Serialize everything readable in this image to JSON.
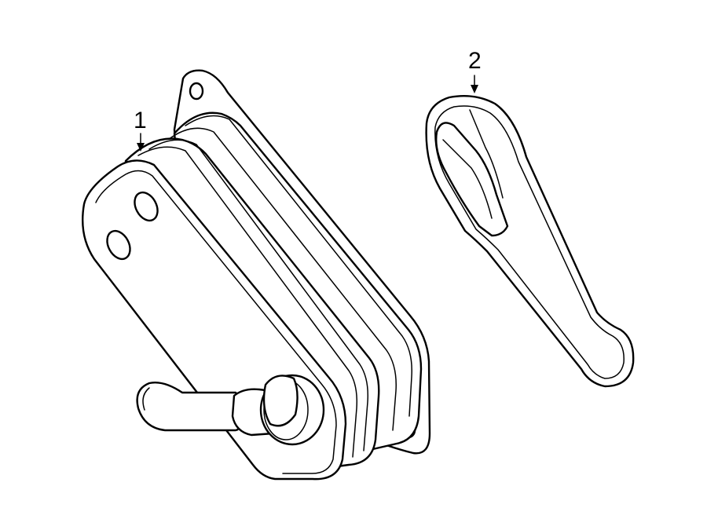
{
  "callouts": [
    {
      "id": "1",
      "label": "1"
    },
    {
      "id": "2",
      "label": "2"
    }
  ],
  "parts": [
    {
      "callout": "1",
      "icon": "oil-cooler-icon"
    },
    {
      "callout": "2",
      "icon": "gasket-icon"
    }
  ],
  "colors": {
    "line": "#000000",
    "background": "#ffffff"
  }
}
